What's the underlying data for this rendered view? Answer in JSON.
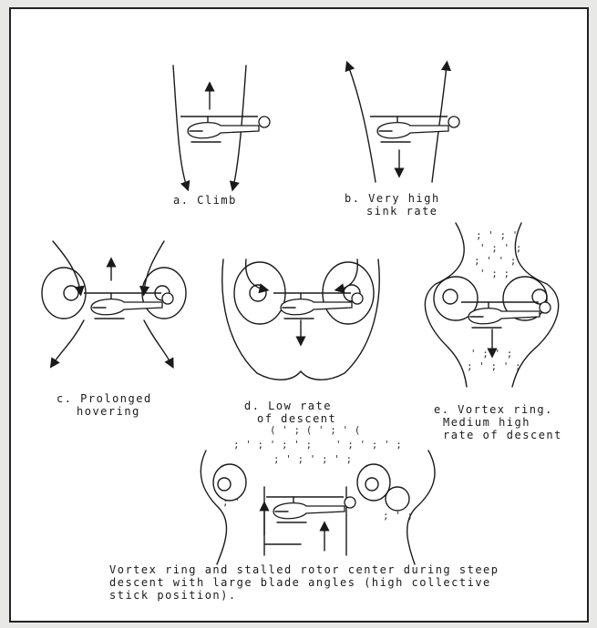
{
  "captions": {
    "a": "a. Climb",
    "b1": "b. Very high",
    "b2": "sink rate",
    "c1": "c. Prolonged",
    "c2": "hovering",
    "d1": "d. Low rate",
    "d2": "of descent",
    "e1": "e. Vortex ring.",
    "e2": "Medium high",
    "e3": "rate of descent",
    "f1": "Vortex ring and stalled rotor center during steep",
    "f2": "descent with large blade angles (high collective",
    "f3": "stick position)."
  },
  "panels": [
    "climb",
    "very-high-sink-rate",
    "prolonged-hovering",
    "low-rate-of-descent",
    "vortex-ring",
    "stalled-rotor-center"
  ],
  "colors": {
    "ink": "#1a1a1a",
    "paper": "#ffffff",
    "background": "#e8e8e6"
  }
}
